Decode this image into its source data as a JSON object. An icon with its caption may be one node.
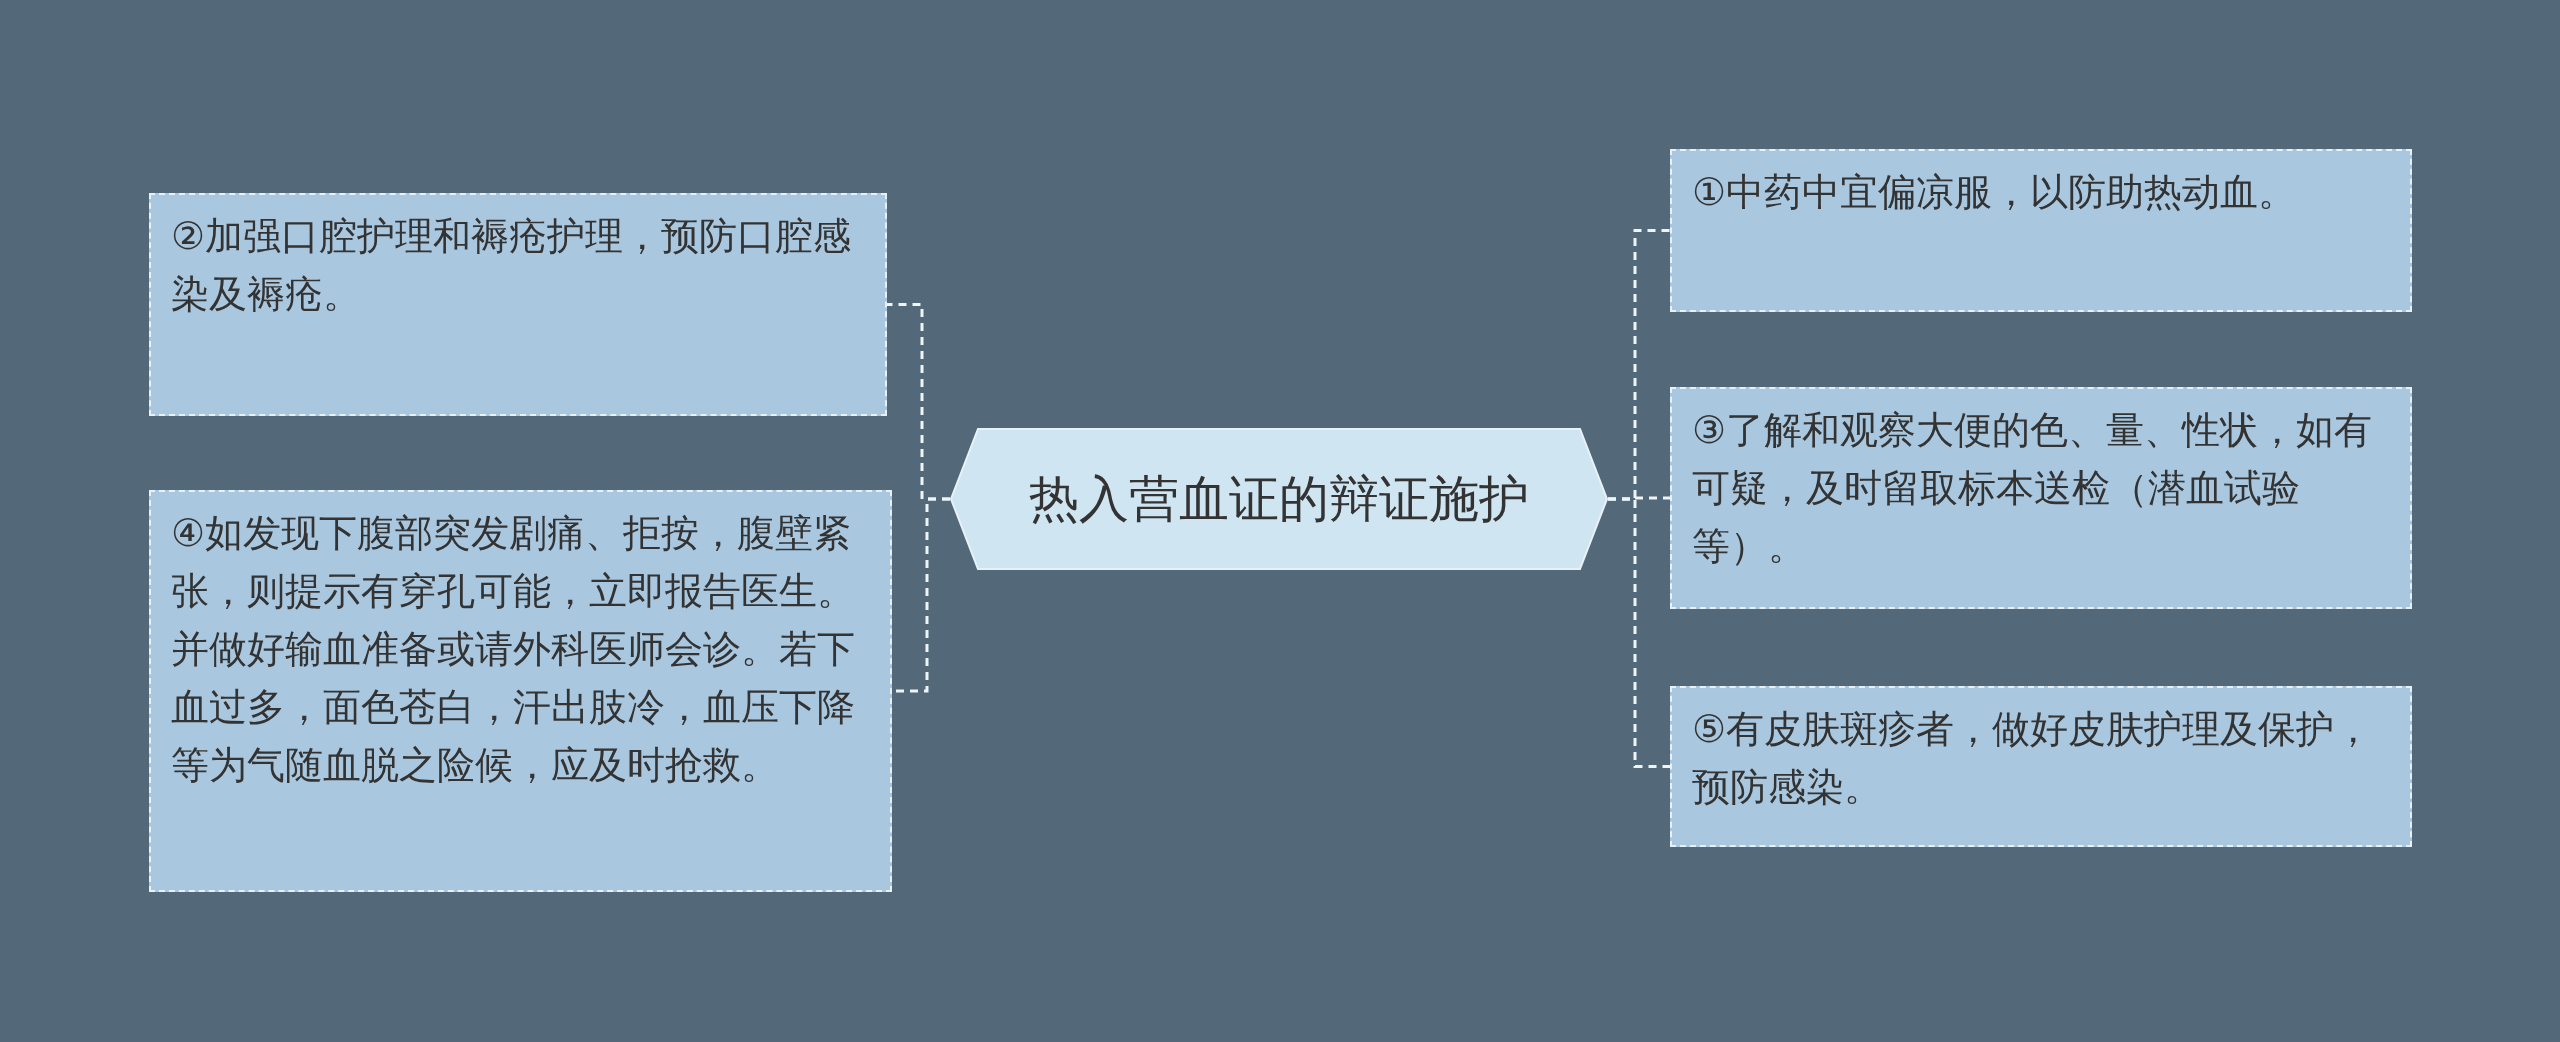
{
  "diagram": {
    "nodes": [
      {
        "text": [
          "热入营血证的辩证施护"
        ]
      },
      {
        "text": [
          "②加强口腔护理和褥疮护理，预防口腔感染及褥疮。"
        ]
      },
      {
        "text": [
          "④如发现下腹部突发剧痛、拒按，腹壁紧张，则提示有穿孔可能，立即报告医生。并做好输血准备或请外科医师会诊。若下血过多，面色苍白，汗出肢冷，血压下降等为气随血脱之险候，应及时抢救。"
        ]
      },
      {
        "text": [
          "①中药中宜偏凉服，以防助热动血。"
        ]
      },
      {
        "text": [
          "③了解和观察大便的色、量、性状，如有可疑，及时留取标本送检（潜血试验等）。"
        ]
      },
      {
        "text": [
          "⑤有皮肤斑疹者，做好皮肤护理及保护，预防感染。"
        ]
      }
    ],
    "edges": [
      {
        "from": 0,
        "to": 1,
        "arrow": "none",
        "style": "dashed"
      },
      {
        "from": 0,
        "to": 2,
        "arrow": "none",
        "style": "dashed"
      },
      {
        "from": 0,
        "to": 3,
        "arrow": "none",
        "style": "dashed"
      },
      {
        "from": 0,
        "to": 4,
        "arrow": "none",
        "style": "dashed"
      },
      {
        "from": 0,
        "to": 5,
        "arrow": "none",
        "style": "dashed"
      }
    ]
  }
}
